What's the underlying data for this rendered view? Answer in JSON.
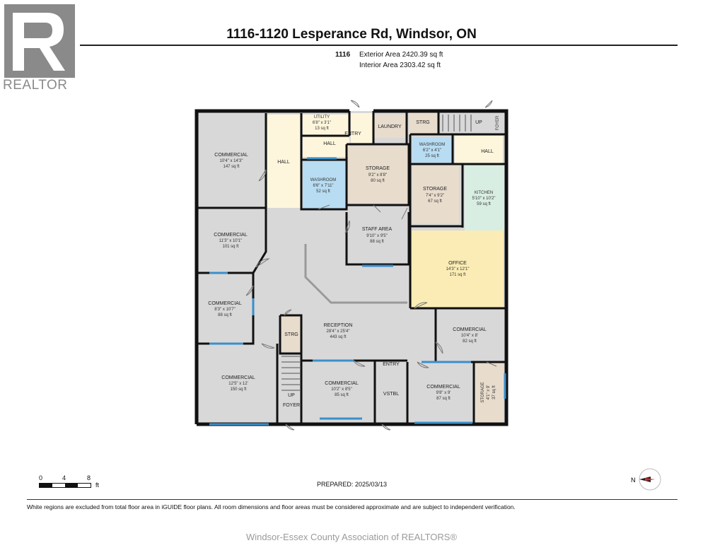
{
  "brand": {
    "logo_text": "REALTOR",
    "logo_letter": "R"
  },
  "header": {
    "title": "1116-1120 Lesperance Rd, Windsor, ON",
    "unit": "1116",
    "exterior_area": "Exterior Area 2420.39 sq ft",
    "interior_area": "Interior Area 2303.42 sq ft"
  },
  "rooms": {
    "commercial_nw": {
      "name": "COMMERCIAL",
      "dims": "10'4\" x 14'3\"",
      "area": "147 sq ft"
    },
    "hall_west": {
      "name": "HALL"
    },
    "utility": {
      "name": "UTILITY",
      "dims": "6'8\" x 3'1\"",
      "area": "13 sq ft"
    },
    "entry_north": {
      "name": "ENTRY"
    },
    "hall_north": {
      "name": "HALL"
    },
    "laundry": {
      "name": "LAUNDRY"
    },
    "strg_north": {
      "name": "STRG"
    },
    "up_north": {
      "name": "UP"
    },
    "foyer_north": {
      "name": "FOYER"
    },
    "washroom_ne": {
      "name": "WASHROOM",
      "dims": "6'2\" x 4'1\"",
      "area": "25 sq ft"
    },
    "hall_ne": {
      "name": "HALL"
    },
    "washroom_w": {
      "name": "WASHROOM",
      "dims": "6'6\" x 7'11\"",
      "area": "52 sq ft"
    },
    "storage_center": {
      "name": "STORAGE",
      "dims": "9'2\" x 8'8\"",
      "area": "80 sq ft"
    },
    "storage_east": {
      "name": "STORAGE",
      "dims": "7'4\" x 9'2\"",
      "area": "67 sq ft"
    },
    "kitchen": {
      "name": "KITCHEN",
      "dims": "5'10\" x 10'2\"",
      "area": "59 sq ft"
    },
    "commercial_w2": {
      "name": "COMMERCIAL",
      "dims": "11'3\" x 10'1\"",
      "area": "101 sq ft"
    },
    "staff_area": {
      "name": "STAFF AREA",
      "dims": "9'10\" x 9'5\"",
      "area": "88 sq ft"
    },
    "office": {
      "name": "OFFICE",
      "dims": "14'3\" x 12'1\"",
      "area": "171 sq ft"
    },
    "commercial_w3": {
      "name": "COMMERCIAL",
      "dims": "8'3\" x 10'7\"",
      "area": "88 sq ft"
    },
    "reception": {
      "name": "RECEPTION",
      "dims": "28'4\" x 25'4\"",
      "area": "443 sq ft"
    },
    "strg_center": {
      "name": "STRG"
    },
    "commercial_e1": {
      "name": "COMMERCIAL",
      "dims": "10'4\" x 8'",
      "area": "82 sq ft"
    },
    "commercial_sw": {
      "name": "COMMERCIAL",
      "dims": "12'5\" x 12'",
      "area": "150 sq ft"
    },
    "up_south": {
      "name": "UP"
    },
    "foyer_south": {
      "name": "FOYER"
    },
    "commercial_s": {
      "name": "COMMERCIAL",
      "dims": "10'2\" x 8'5\"",
      "area": "85 sq ft"
    },
    "entry_south": {
      "name": "ENTRY"
    },
    "vstbl": {
      "name": "VSTBL"
    },
    "commercial_se": {
      "name": "COMMERCIAL",
      "dims": "9'8\" x 9'",
      "area": "87 sq ft"
    },
    "storage_se": {
      "name": "STORAGE",
      "dims": "4'1\" x 9'",
      "area": "37 sq ft"
    }
  },
  "scale": {
    "ticks": [
      "0",
      "4",
      "8"
    ],
    "unit": "ft"
  },
  "prepared": {
    "label": "PREPARED:",
    "date": "2025/03/13"
  },
  "compass": {
    "label": "N"
  },
  "disclaimer": "White regions are excluded from total floor area in iGUIDE floor plans. All room dimensions and floor areas must be considered approximate and are subject to independent verification.",
  "footer": "Windsor-Essex County Association of REALTORS®",
  "colors": {
    "wall": "#111111",
    "floor_gray": "#d8d8d8",
    "hall_yellow": "#fdf6dc",
    "washroom_blue": "#b8dcf2",
    "storage_tan": "#e8dccd",
    "kitchen_green": "#d9eee3",
    "office_yellow": "#faecb4",
    "window_blue": "#3a8fcb"
  }
}
